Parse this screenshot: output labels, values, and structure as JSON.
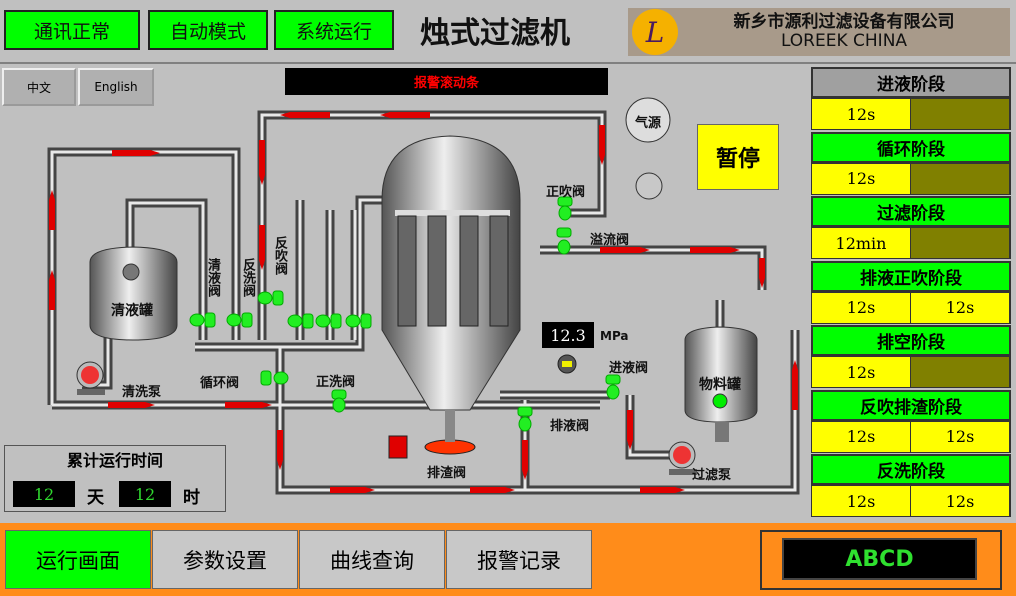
{
  "header": {
    "status_buttons": [
      "通讯正常",
      "自动模式",
      "系统运行"
    ],
    "title": "烛式过滤机",
    "company_cn": "新乡市源利过滤设备有限公司",
    "company_en": "LOREEK CHINA",
    "logo_letter": "L"
  },
  "language": {
    "chinese": "中文",
    "english": "English"
  },
  "alarm_ticker": "报警滚动条",
  "diagram": {
    "air_source": "气源",
    "clean_tank": "清液罐",
    "wash_pump": "清洗泵",
    "clean_valve": "清液阀",
    "backwash_valve": "反洗阀",
    "backblow_valve": "反吹阀",
    "circulation_valve": "循环阀",
    "forward_wash_valve": "正洗阀",
    "forward_blow_valve": "正吹阀",
    "overflow_valve": "溢流阀",
    "feed_valve": "进液阀",
    "drain_valve": "排液阀",
    "slag_valve": "排渣阀",
    "material_tank": "物料罐",
    "filter_pump": "过滤泵",
    "pressure_value": "12.3",
    "pressure_unit": "MPa"
  },
  "pause_button": "暂停",
  "stages": [
    {
      "name": "进液阶段",
      "values": [
        "12s",
        ""
      ]
    },
    {
      "name": "循环阶段",
      "values": [
        "12s",
        ""
      ]
    },
    {
      "name": "过滤阶段",
      "values": [
        "12min",
        ""
      ]
    },
    {
      "name": "排液正吹阶段",
      "values": [
        "12s",
        "12s"
      ]
    },
    {
      "name": "排空阶段",
      "values": [
        "12s",
        ""
      ]
    },
    {
      "name": "反吹排渣阶段",
      "values": [
        "12s",
        "12s"
      ]
    },
    {
      "name": "反洗阶段",
      "values": [
        "12s",
        "12s"
      ]
    }
  ],
  "runtime": {
    "title": "累计运行时间",
    "days": "12",
    "day_unit": "天",
    "hours": "12",
    "hour_unit": "时"
  },
  "nav_tabs": [
    "运行画面",
    "参数设置",
    "曲线查询",
    "报警记录"
  ],
  "display": "ABCD",
  "colors": {
    "active": "#00ff00",
    "value": "#ffff00",
    "empty": "#808000",
    "alarm": "#ff0000",
    "bottom": "#ff8c1a"
  }
}
